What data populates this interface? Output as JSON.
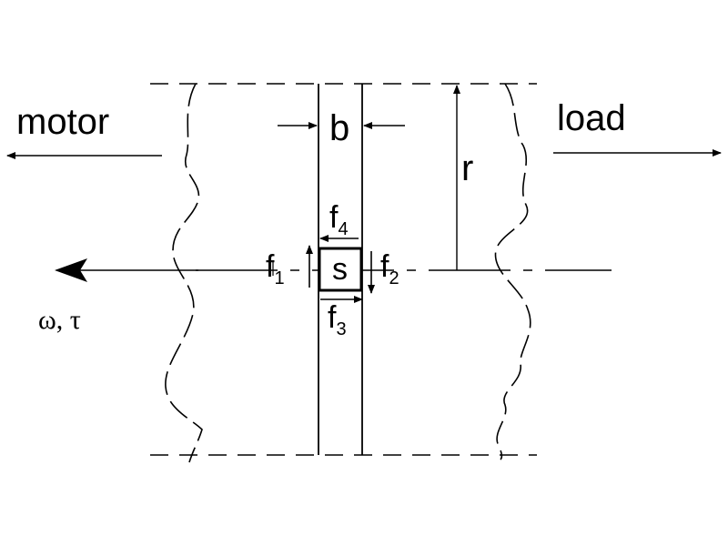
{
  "labels": {
    "motor": "motor",
    "load": "load",
    "width": "b",
    "radius": "r",
    "element": "s",
    "omega_tau": "ω, τ"
  },
  "forces": {
    "f1": {
      "base": "f",
      "sub": "1"
    },
    "f2": {
      "base": "f",
      "sub": "2"
    },
    "f3": {
      "base": "f",
      "sub": "3"
    },
    "f4": {
      "base": "f",
      "sub": "4"
    }
  }
}
